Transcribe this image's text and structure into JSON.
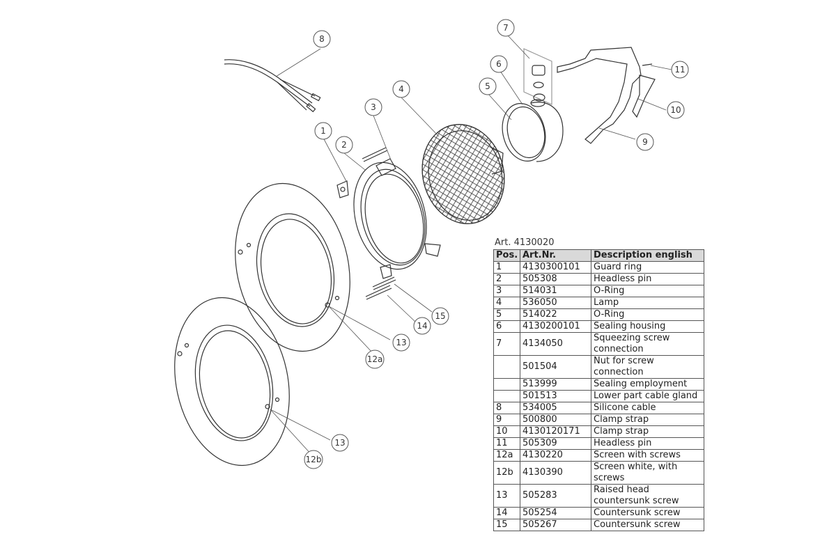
{
  "article": "Art. 4130020",
  "headers": [
    "Pos.",
    "Art.Nr.",
    "Description english"
  ],
  "rows": [
    {
      "pos": "1",
      "art": "4130300101",
      "desc": "Guard ring"
    },
    {
      "pos": "2",
      "art": "505308",
      "desc": "Headless pin"
    },
    {
      "pos": "3",
      "art": "514031",
      "desc": "O-Ring"
    },
    {
      "pos": "4",
      "art": "536050",
      "desc": "Lamp"
    },
    {
      "pos": "5",
      "art": "514022",
      "desc": "O-Ring"
    },
    {
      "pos": "6",
      "art": "4130200101",
      "desc": "Sealing housing"
    },
    {
      "pos": "7",
      "art": "4134050",
      "desc": "Squeezing screw connection"
    },
    {
      "pos": "",
      "art": "501504",
      "desc": "Nut for screw connection"
    },
    {
      "pos": "",
      "art": "513999",
      "desc": "Sealing employment"
    },
    {
      "pos": "",
      "art": "501513",
      "desc": "Lower part cable gland"
    },
    {
      "pos": "8",
      "art": "534005",
      "desc": "Silicone cable"
    },
    {
      "pos": "9",
      "art": "500800",
      "desc": "Clamp strap"
    },
    {
      "pos": "10",
      "art": "4130120171",
      "desc": "Clamp strap"
    },
    {
      "pos": "11",
      "art": "505309",
      "desc": "Headless pin"
    },
    {
      "pos": "12a",
      "art": "4130220",
      "desc": "Screen with screws"
    },
    {
      "pos": "12b",
      "art": "4130390",
      "desc": "Screen white, with screws"
    },
    {
      "pos": "13",
      "art": "505283",
      "desc": "Raised head countersunk screw"
    },
    {
      "pos": "14",
      "art": "505254",
      "desc": "Countersunk screw"
    },
    {
      "pos": "15",
      "art": "505267",
      "desc": "Countersunk screw"
    }
  ],
  "callouts": {
    "c1": "1",
    "c2": "2",
    "c3": "3",
    "c4": "4",
    "c5": "5",
    "c6": "6",
    "c7": "7",
    "c8": "8",
    "c9": "9",
    "c10": "10",
    "c11": "11",
    "c12a": "12a",
    "c12b": "12b",
    "c13a": "13",
    "c13b": "13",
    "c14": "14",
    "c15": "15"
  }
}
